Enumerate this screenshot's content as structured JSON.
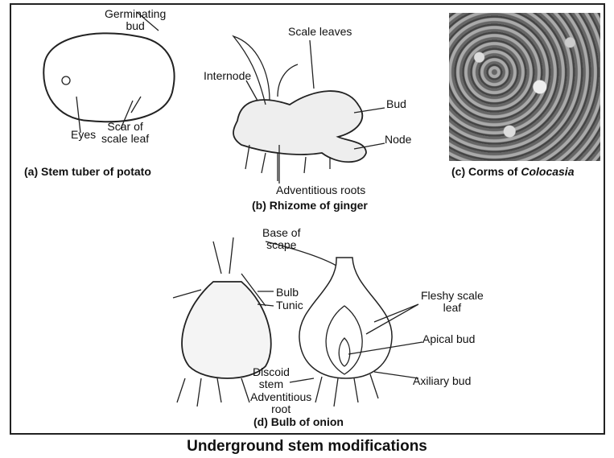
{
  "title": "Underground stem modifications",
  "potato": {
    "caption": "(a) Stem tuber of potato",
    "germinating_bud": [
      "Germinating",
      "bud"
    ],
    "eyes": "Eyes",
    "scar": [
      "Scar of",
      "scale leaf"
    ]
  },
  "ginger": {
    "caption": "(b) Rhizome of ginger",
    "scale_leaves": "Scale leaves",
    "internode": "Internode",
    "bud": "Bud",
    "node": "Node",
    "adventitious_roots": "Adventitious roots"
  },
  "colocasia": {
    "caption_prefix": "(c) Corms of ",
    "caption_italic": "Colocasia"
  },
  "onion": {
    "caption": "(d) Bulb of onion",
    "base_of_scape": [
      "Base of",
      "scape"
    ],
    "bulb": "Bulb",
    "tunic": "Tunic",
    "fleshy_scale_leaf": [
      "Fleshy scale",
      "leaf"
    ],
    "apical_bud": "Apical bud",
    "axiliary_bud": "Axiliary bud",
    "discoid_stem": [
      "Discoid",
      "stem"
    ],
    "adventitious_root": [
      "Adventitious",
      "root"
    ]
  }
}
